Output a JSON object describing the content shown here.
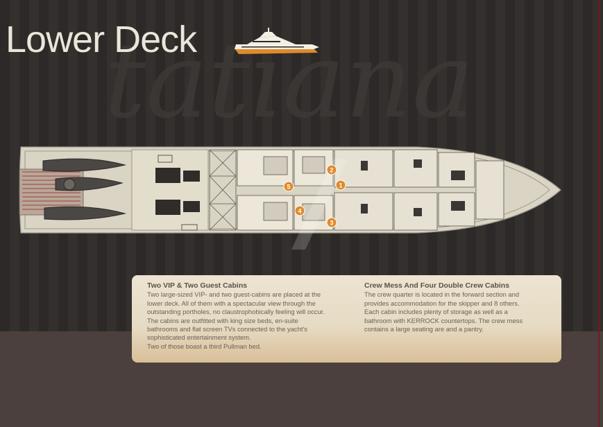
{
  "page": {
    "title": "Lower Deck"
  },
  "watermark": {
    "text": "tatiana"
  },
  "deck_plan": {
    "markers": [
      "1",
      "2",
      "3",
      "4",
      "5"
    ]
  },
  "info": {
    "left": {
      "heading": "Two VIP & Two Guest Cabins",
      "lines": [
        "Two large-sized VIP- and two guest-cabins are placed at the",
        "lower deck. All of them with a spectacular view through the",
        "outstanding portholes, no claustrophobically feeling will occur.",
        "The cabins are outfitted with king size beds, en-suite",
        "bathrooms and flat screen TVs connected to the yacht's",
        "sophisticated entertainment system.",
        "Two of those boast a third Pullman bed."
      ]
    },
    "right": {
      "heading": "Crew Mess And Four Double Crew Cabins",
      "lines": [
        "The crew quarter is located in the forward section and",
        "provides accommodation for the skipper and 8 others.",
        "Each cabin includes plenty of storage as well as a",
        "bathroom with KERROCK countertops. The crew mess",
        "contains a large seating are and a pantry."
      ]
    }
  },
  "colors": {
    "accent": "#e08a2c",
    "hull": "#d9d4c3",
    "text_light": "#ebe6d9"
  }
}
